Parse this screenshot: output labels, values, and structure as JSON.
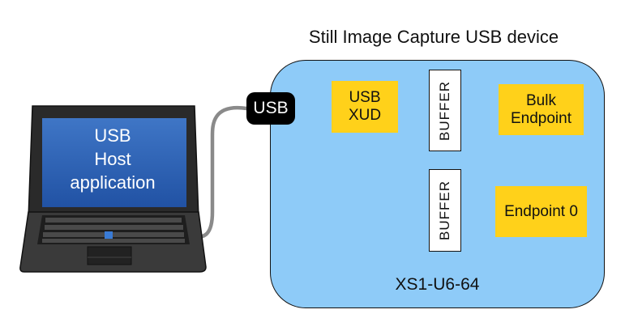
{
  "title": "Still Image Capture USB device",
  "usb_port_label": "USB",
  "laptop": {
    "screen_lines": [
      "USB",
      "Host",
      "application"
    ]
  },
  "blocks": {
    "xud": [
      "USB",
      "XUD"
    ],
    "buffer_top": "BUFFER",
    "buffer_bottom": "BUFFER",
    "bulk": [
      "Bulk",
      "Endpoint"
    ],
    "endpoint0": "Endpoint 0"
  },
  "chip_label": "XS1-U6-64",
  "colors": {
    "device_bg": "#8ecbf8",
    "block_yellow": "#ffd11a",
    "tag_bg": "#000000"
  }
}
